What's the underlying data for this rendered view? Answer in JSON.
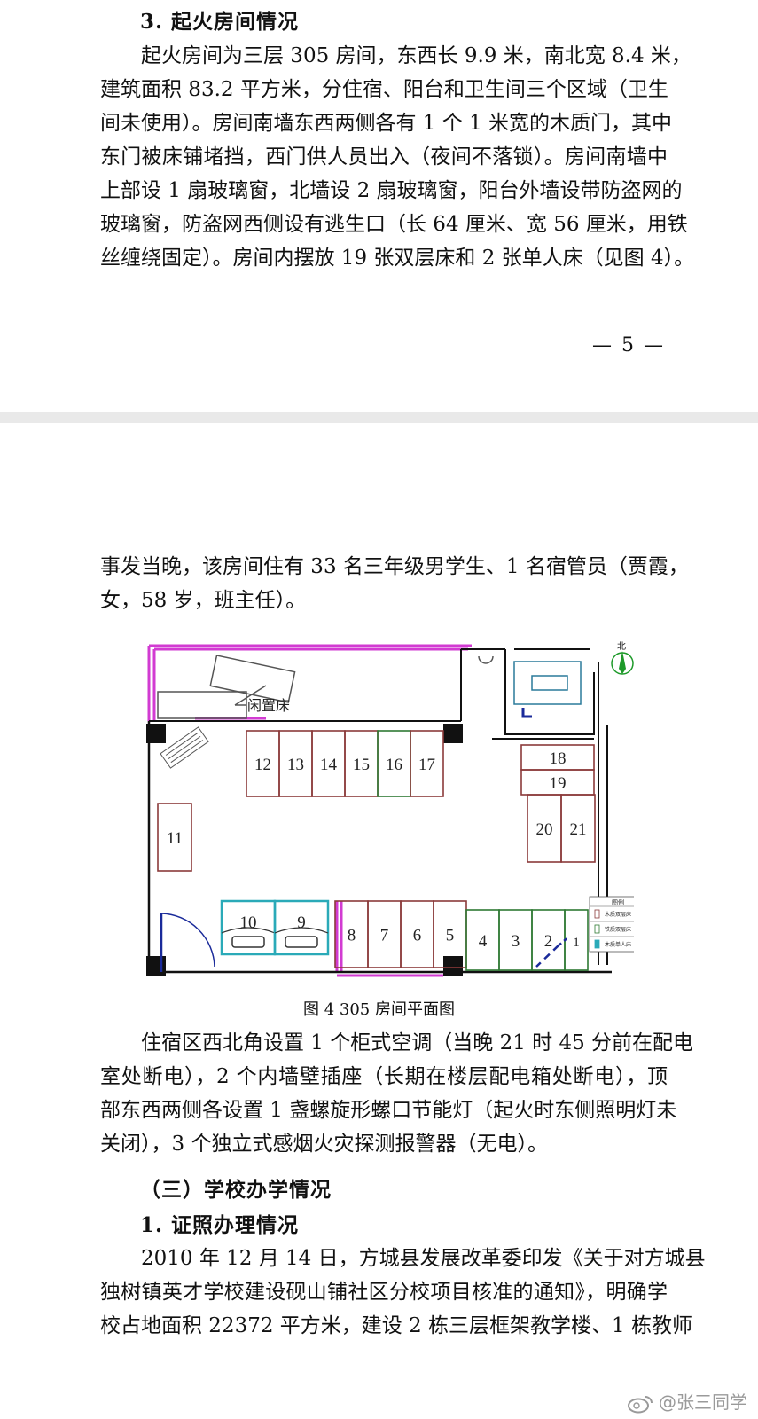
{
  "section3": {
    "heading": "3. 起火房间情况",
    "lines": [
      "起火房间为三层 305 房间，东西长 9.9 米，南北宽 8.4 米，",
      "建筑面积 83.2 平方米，分住宿、阳台和卫生间三个区域（卫生",
      "间未使用）。房间南墙东西两侧各有 1 个 1 米宽的木质门，其中",
      "东门被床铺堵挡，西门供人员出入（夜间不落锁）。房间南墙中",
      "上部设 1 扇玻璃窗，北墙设 2 扇玻璃窗，阳台外墙设带防盗网的",
      "玻璃窗，防盗网西侧设有逃生口（长 64 厘米、宽 56 厘米，用铁",
      "丝缠绕固定）。房间内摆放 19 张双层床和 2 张单人床（见图 4）。"
    ]
  },
  "page_number": "— 5 —",
  "continuation": {
    "lines": [
      "事发当晚，该房间住有 33 名三年级男学生、1 名宿管员（贾霞，",
      "女，58 岁，班主任）。"
    ]
  },
  "figure": {
    "caption": "图 4   305 房间平面图",
    "north_label": "北",
    "idle_bed_label": "闲置床",
    "legend_title": "图例",
    "legend_items": [
      "木质双层床",
      "铁质双层床",
      "木质单人床"
    ],
    "beds": [
      "1",
      "2",
      "3",
      "4",
      "5",
      "6",
      "7",
      "8",
      "9",
      "10",
      "11",
      "12",
      "13",
      "14",
      "15",
      "16",
      "17",
      "18",
      "19",
      "20",
      "21"
    ],
    "colors": {
      "wall": "#d23bd2",
      "wood_bed": "#8b3a3a",
      "iron_bed": "#2f7a34",
      "single_bed": "#2aaab8",
      "door": "#1a2a9a",
      "north": "#1e9a2a"
    }
  },
  "paragraph2": {
    "lines": [
      "住宿区西北角设置 1 个柜式空调（当晚 21 时 45 分前在配电",
      "室处断电），2 个内墙壁插座（长期在楼层配电箱处断电），顶",
      "部东西两侧各设置 1 盏螺旋形螺口节能灯（起火时东侧照明灯未",
      "关闭），3 个独立式感烟火灾探测报警器（无电）。"
    ]
  },
  "section_three": {
    "heading": "（三）学校办学情况"
  },
  "section1": {
    "heading": "1. 证照办理情况",
    "lines": [
      "2010 年 12 月 14 日，方城县发展改革委印发《关于对方城县",
      "独树镇英才学校建设砚山铺社区分校项目核准的通知》，明确学",
      "校占地面积 22372 平方米，建设 2 栋三层框架教学楼、1 栋教师"
    ]
  },
  "watermark": {
    "text": "@张三同学"
  }
}
